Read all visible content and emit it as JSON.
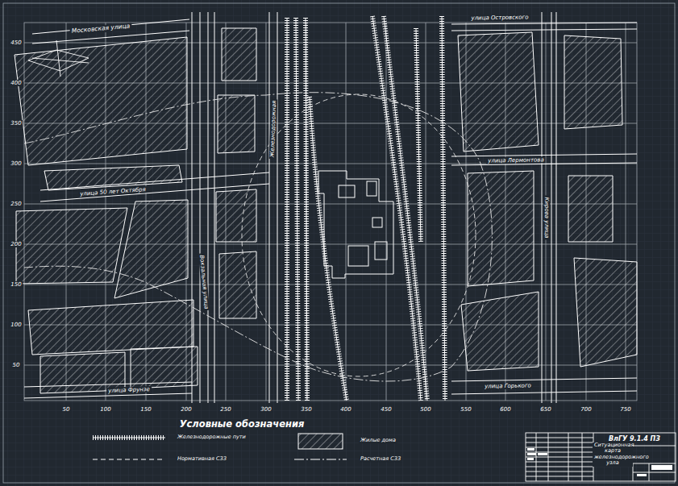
{
  "diagram": {
    "labels": [
      "Московская улица",
      "улица 50 лет Октября",
      "Железнодорожная",
      "Вокзальная улица",
      "улица Фрунзе",
      "улица Островского",
      "улица Лермонтова",
      "Кирова улица",
      "улица Горького",
      "450",
      "400",
      "350",
      "300",
      "250",
      "200",
      "150",
      "100",
      "50",
      "50",
      "100",
      "150",
      "200",
      "250",
      "300",
      "350",
      "400",
      "450",
      "500",
      "550",
      "600",
      "650",
      "700",
      "750",
      "Условные обозначения",
      "ВлГУ 9.1.4 ПЗ",
      "Ситуационная карта железнодорожного узла"
    ],
    "legend": [
      {
        "text": "Железнодорожные пути"
      },
      {
        "text": "Жилые дома"
      },
      {
        "text": "Нормативная СЗЗ"
      },
      {
        "text": "Расчетная СЗЗ"
      }
    ]
  }
}
